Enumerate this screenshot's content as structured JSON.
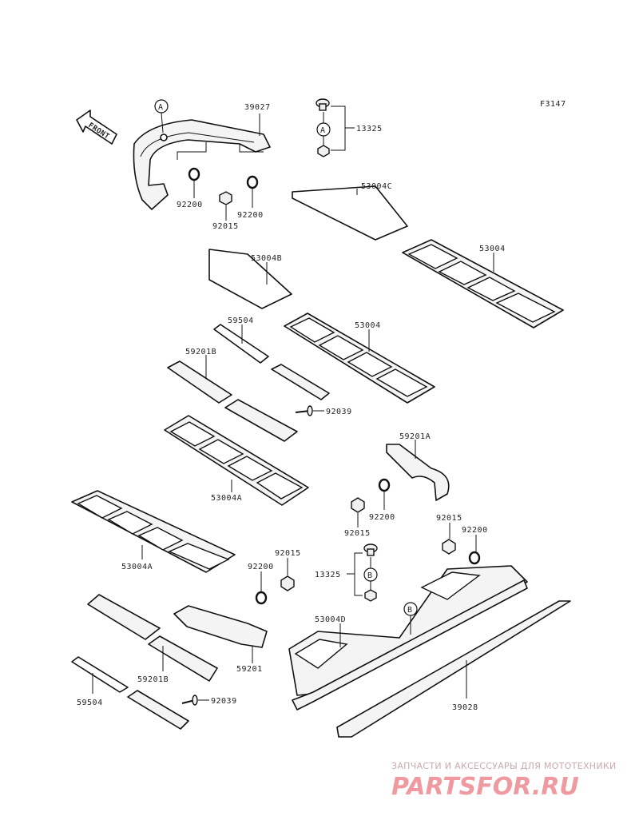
{
  "figure_code": "F3147",
  "front_label": "FRONT",
  "callouts": {
    "a": "A",
    "b": "B"
  },
  "part_labels": {
    "p39027": "39027",
    "p13325_top": "13325",
    "p92200_a": "92200",
    "p92200_b": "92200",
    "p92015_a": "92015",
    "p53004c": "53004C",
    "p53004_a": "53004",
    "p53004b": "53004B",
    "p59504_top": "59504",
    "p53004_b": "53004",
    "p59201b_top": "59201B",
    "p92039_top": "92039",
    "p59201a": "59201A",
    "p53004a_top": "53004A",
    "p92015_b": "92015",
    "p92200_c": "92200",
    "p92015_c": "92015",
    "p92200_d": "92200",
    "p53004a_bottom": "53004A",
    "p92015_d": "92015",
    "p92200_e": "92200",
    "p13325_bottom": "13325",
    "p53004d": "53004D",
    "p59201b_bottom": "59201B",
    "p59201": "59201",
    "p59504_bottom": "59504",
    "p92039_bottom": "92039",
    "p39028": "39028"
  },
  "watermark": {
    "tagline": "ЗАПЧАСТИ И АКСЕССУАРЫ ДЛЯ МОТОТЕХНИКИ",
    "brand": "PARTSFOR.RU"
  }
}
